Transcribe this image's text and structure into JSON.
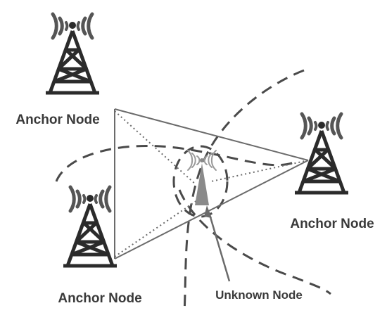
{
  "labels": {
    "anchor_top_left": "Anchor Node",
    "anchor_right": "Anchor Node",
    "anchor_bottom_left": "Anchor Node",
    "unknown": "Unknown Node"
  },
  "colors": {
    "tower": "#2b2b2b",
    "signal_arcs": "#555555",
    "lines": "#6b6b6b",
    "dashed_circles": "#4a4a4a",
    "unknown_node": "#8a8a8a",
    "text": "#3a3a3a"
  }
}
